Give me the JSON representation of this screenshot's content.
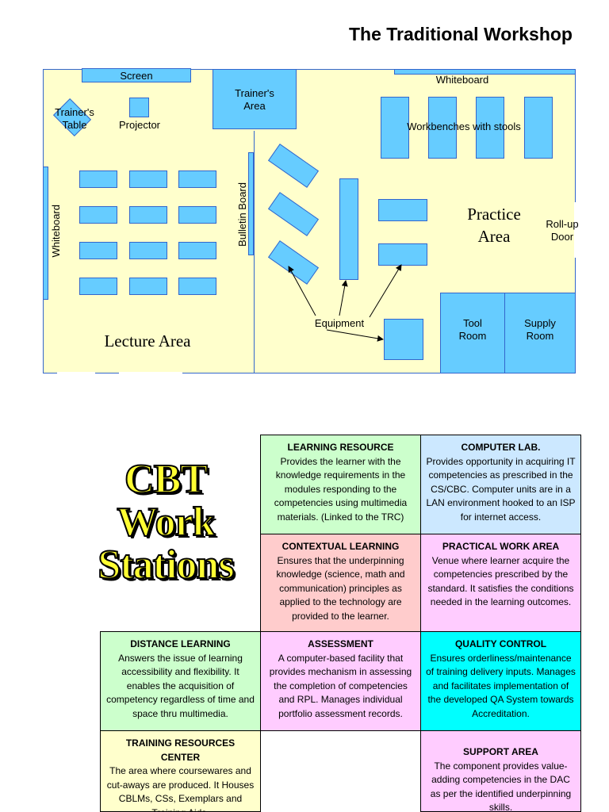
{
  "title": "The Traditional Workshop",
  "floor_plan": {
    "screen": "Screen",
    "trainers_table": [
      "Trainer's",
      "Table"
    ],
    "projector": "Projector",
    "trainers_area": [
      "Trainer's",
      "Area"
    ],
    "whiteboard_top": "Whiteboard",
    "workbenches": "Workbenches with stools",
    "whiteboard_left": "Whiteboard",
    "bulletin_board": "Bulletin Board",
    "practice_area": [
      "Practice",
      "Area"
    ],
    "rollup_door": [
      "Roll-up",
      "Door"
    ],
    "equipment": "Equipment",
    "tool_room": [
      "Tool",
      "Room"
    ],
    "supply_room": [
      "Supply",
      "Room"
    ],
    "lecture_area": "Lecture Area",
    "colors": {
      "floor": "#ffffcc",
      "furniture": "#66ccff",
      "outline": "#3366cc"
    }
  },
  "stations": {
    "heading": [
      "CBT",
      "Work",
      "Stations"
    ],
    "learning_resource": {
      "title": "LEARNING RESOURCE",
      "text": "Provides the learner with the knowledge requirements in the modules responding to the competencies using multimedia materials. (Linked to the TRC)",
      "color": "#ccffcc"
    },
    "computer_lab": {
      "title": "COMPUTER LAB.",
      "text": "Provides opportunity in acquiring IT competencies as prescribed in the CS/CBC. Computer units are in a LAN environment hooked to an ISP for internet access.",
      "color": "#cce8ff"
    },
    "contextual_learning": {
      "title": "CONTEXTUAL LEARNING",
      "text": "Ensures that the underpinning knowledge (science, math and communication) principles as applied to the technology are provided to the learner.",
      "color": "#ffcccc"
    },
    "practical_work_area": {
      "title": "PRACTICAL WORK AREA",
      "text": "Venue where learner acquire the competencies prescribed by the standard. It satisfies the conditions needed in the learning outcomes.",
      "color": "#ffccff"
    },
    "distance_learning": {
      "title": "DISTANCE LEARNING",
      "text": "Answers the issue of learning accessibility and flexibility. It enables the acquisition of competency regardless of time and space thru multimedia.",
      "color": "#ccffcc"
    },
    "assessment": {
      "title": "ASSESSMENT",
      "text": "A computer-based facility that provides mechanism in assessing the completion of competencies and RPL. Manages individual portfolio assessment records.",
      "color": "#ffccff"
    },
    "quality_control": {
      "title": "QUALITY CONTROL",
      "text": "Ensures orderliness/maintenance of training delivery inputs. Manages and facilitates implementation of the developed QA System towards Accreditation.",
      "color": "#00ffff"
    },
    "training_resources_center": {
      "title": "TRAINING RESOURCES CENTER",
      "text": "The area where coursewares and cut-aways are produced. It Houses CBLMs, CSs, Exemplars and Training Aids.",
      "color": "#ffffcc"
    },
    "support_area": {
      "title": "SUPPORT AREA",
      "text": "The component provides value-adding competencies in the DAC as per the identified underpinning skills.",
      "color": "#ffccff"
    }
  }
}
